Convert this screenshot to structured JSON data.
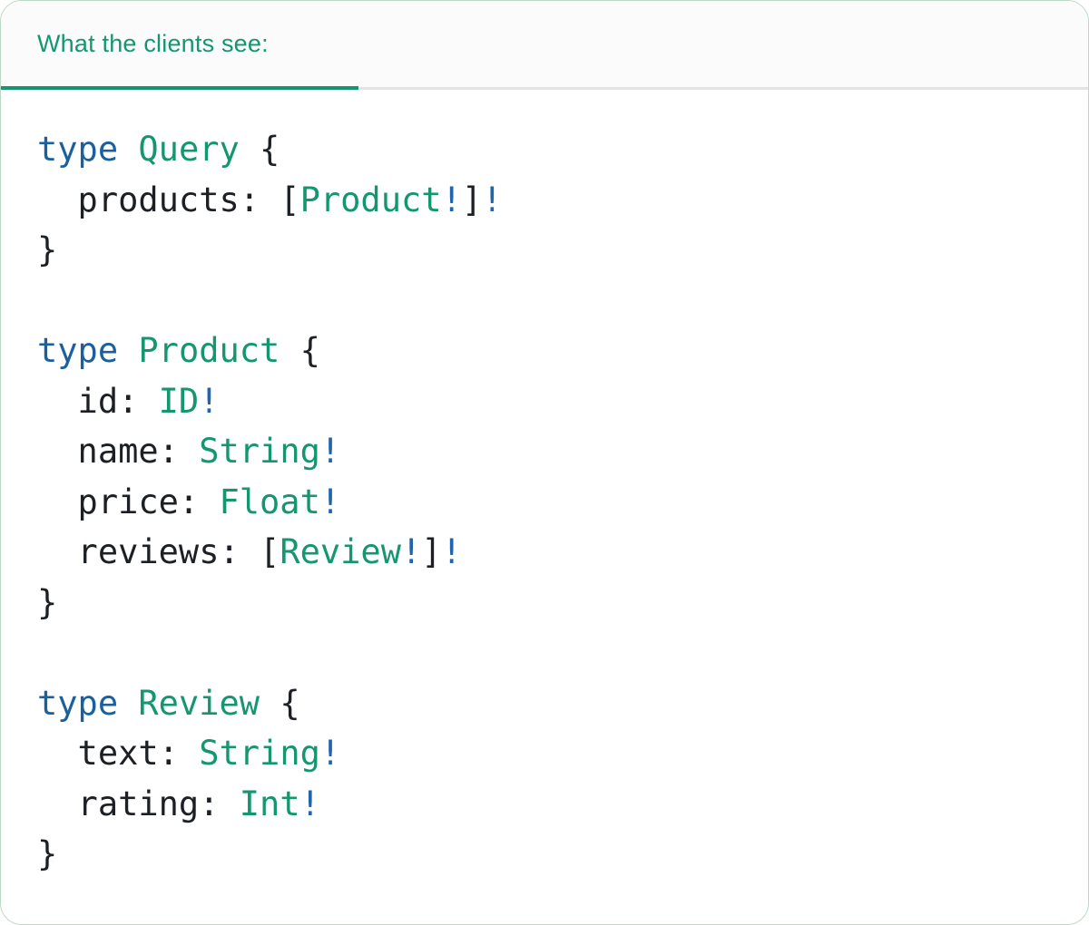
{
  "card": {
    "header": {
      "tab_label": "What the clients see:"
    },
    "colors": {
      "tab_text": "#14976f",
      "tab_underline": "#14976f",
      "divider": "#e3e3e3",
      "header_bg": "#fbfbfb",
      "body_bg": "#ffffff",
      "card_border": "#bcd9c6",
      "code_plain": "#1c2024",
      "code_keyword": "#1a5f9e",
      "code_typename": "#14976f",
      "code_bang": "#1f64ad"
    },
    "code": {
      "language": "graphql-sdl",
      "raw_text": "type Query {\n  products: [Product!]!\n}\n\ntype Product {\n  id: ID!\n  name: String!\n  price: Float!\n  reviews: [Review!]!\n}\n\ntype Review {\n  text: String!\n  rating: Int!\n}",
      "lines": [
        [
          {
            "t": "type",
            "c": "kw"
          },
          {
            "t": " ",
            "c": "plain"
          },
          {
            "t": "Query",
            "c": "type"
          },
          {
            "t": " {",
            "c": "plain"
          }
        ],
        [
          {
            "t": "  products: [",
            "c": "plain"
          },
          {
            "t": "Product",
            "c": "type"
          },
          {
            "t": "!",
            "c": "bang"
          },
          {
            "t": "]",
            "c": "plain"
          },
          {
            "t": "!",
            "c": "bang"
          }
        ],
        [
          {
            "t": "}",
            "c": "plain"
          }
        ],
        [],
        [
          {
            "t": "type",
            "c": "kw"
          },
          {
            "t": " ",
            "c": "plain"
          },
          {
            "t": "Product",
            "c": "type"
          },
          {
            "t": " {",
            "c": "plain"
          }
        ],
        [
          {
            "t": "  id: ",
            "c": "plain"
          },
          {
            "t": "ID",
            "c": "type"
          },
          {
            "t": "!",
            "c": "bang"
          }
        ],
        [
          {
            "t": "  name: ",
            "c": "plain"
          },
          {
            "t": "String",
            "c": "type"
          },
          {
            "t": "!",
            "c": "bang"
          }
        ],
        [
          {
            "t": "  price: ",
            "c": "plain"
          },
          {
            "t": "Float",
            "c": "type"
          },
          {
            "t": "!",
            "c": "bang"
          }
        ],
        [
          {
            "t": "  reviews: [",
            "c": "plain"
          },
          {
            "t": "Review",
            "c": "type"
          },
          {
            "t": "!",
            "c": "bang"
          },
          {
            "t": "]",
            "c": "plain"
          },
          {
            "t": "!",
            "c": "bang"
          }
        ],
        [
          {
            "t": "}",
            "c": "plain"
          }
        ],
        [],
        [
          {
            "t": "type",
            "c": "kw"
          },
          {
            "t": " ",
            "c": "plain"
          },
          {
            "t": "Review",
            "c": "type"
          },
          {
            "t": " {",
            "c": "plain"
          }
        ],
        [
          {
            "t": "  text: ",
            "c": "plain"
          },
          {
            "t": "String",
            "c": "type"
          },
          {
            "t": "!",
            "c": "bang"
          }
        ],
        [
          {
            "t": "  rating: ",
            "c": "plain"
          },
          {
            "t": "Int",
            "c": "type"
          },
          {
            "t": "!",
            "c": "bang"
          }
        ],
        [
          {
            "t": "}",
            "c": "plain"
          }
        ]
      ]
    }
  }
}
